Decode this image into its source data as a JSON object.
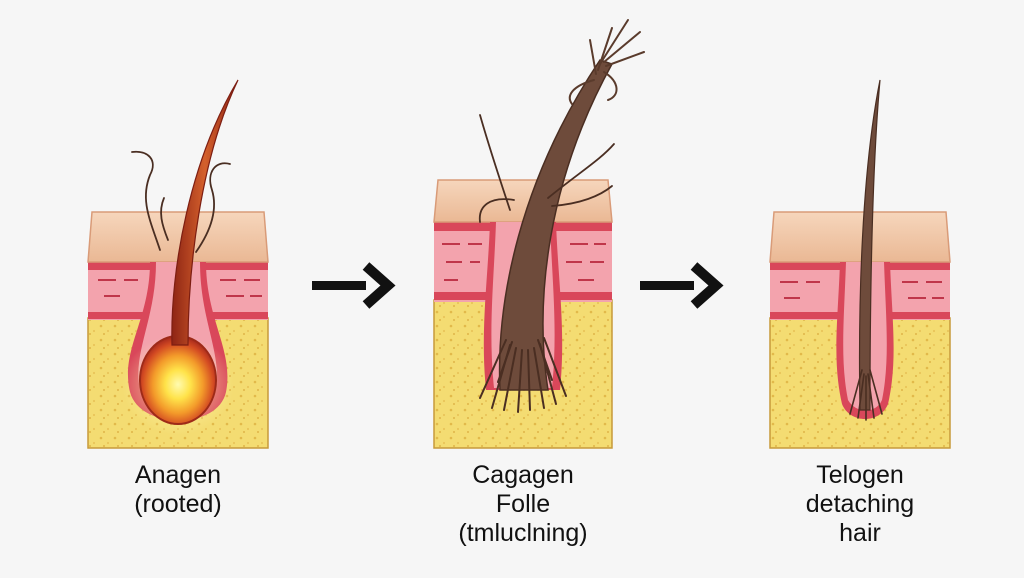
{
  "stages": [
    {
      "id": "anagen",
      "lines": [
        "Anagen",
        "(rooted)"
      ]
    },
    {
      "id": "catagen",
      "lines": [
        "Cagagen",
        "Folle",
        "(tmluclning)"
      ]
    },
    {
      "id": "telogen",
      "lines": [
        "Telogen",
        "detaching",
        "hair"
      ]
    }
  ],
  "colors": {
    "background": "#f6f6f6",
    "epidermis": "#f2c9a8",
    "dermis_red": "#d9475a",
    "dermis_pink": "#f3a3ad",
    "fat_yellow": "#f4dc72",
    "hair_anagen": "#b3361f",
    "bulb_glow": "#fff36b",
    "hair_brown": "#6e4b3b",
    "arrow": "#111111"
  },
  "icons": [
    "right-arrow-icon",
    "right-arrow-icon"
  ]
}
